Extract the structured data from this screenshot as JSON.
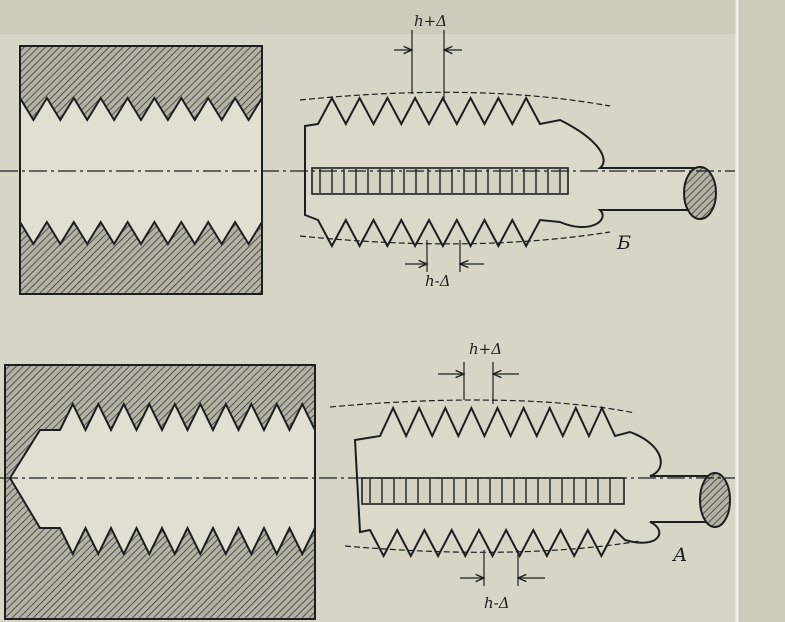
{
  "figure": {
    "top_view_label": "Б",
    "bottom_view_label": "А",
    "dimensions": {
      "top_upper": "h+Δ",
      "top_lower": "h-Δ",
      "bottom_upper": "h+Δ",
      "bottom_lower": "h-Δ"
    }
  },
  "colors": {
    "paper": "#d9d5c6",
    "ink": "#1e1e1e",
    "hatch_fill": "#b5b1a3",
    "bore": "#e2dfd2"
  }
}
